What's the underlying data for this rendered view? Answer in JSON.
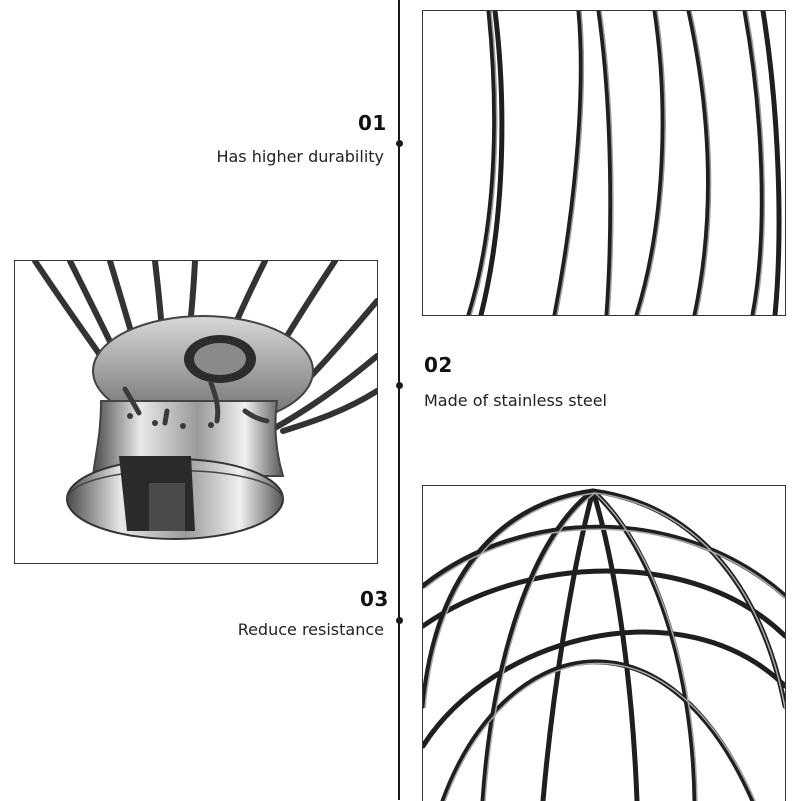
{
  "features": [
    {
      "number": "01",
      "text": "Has higher durability"
    },
    {
      "number": "02",
      "text": "Made of stainless steel"
    },
    {
      "number": "03",
      "text": "Reduce resistance"
    }
  ],
  "colors": {
    "line": "#1a1a1a",
    "wire": "#2a2a2a",
    "frame_border": "#333333",
    "steel_light": "#e6e6e6",
    "steel_dark": "#555555"
  },
  "images": [
    {
      "name": "wire-closeup-photo"
    },
    {
      "name": "whisk-base-photo"
    },
    {
      "name": "whisk-top-photo"
    }
  ]
}
